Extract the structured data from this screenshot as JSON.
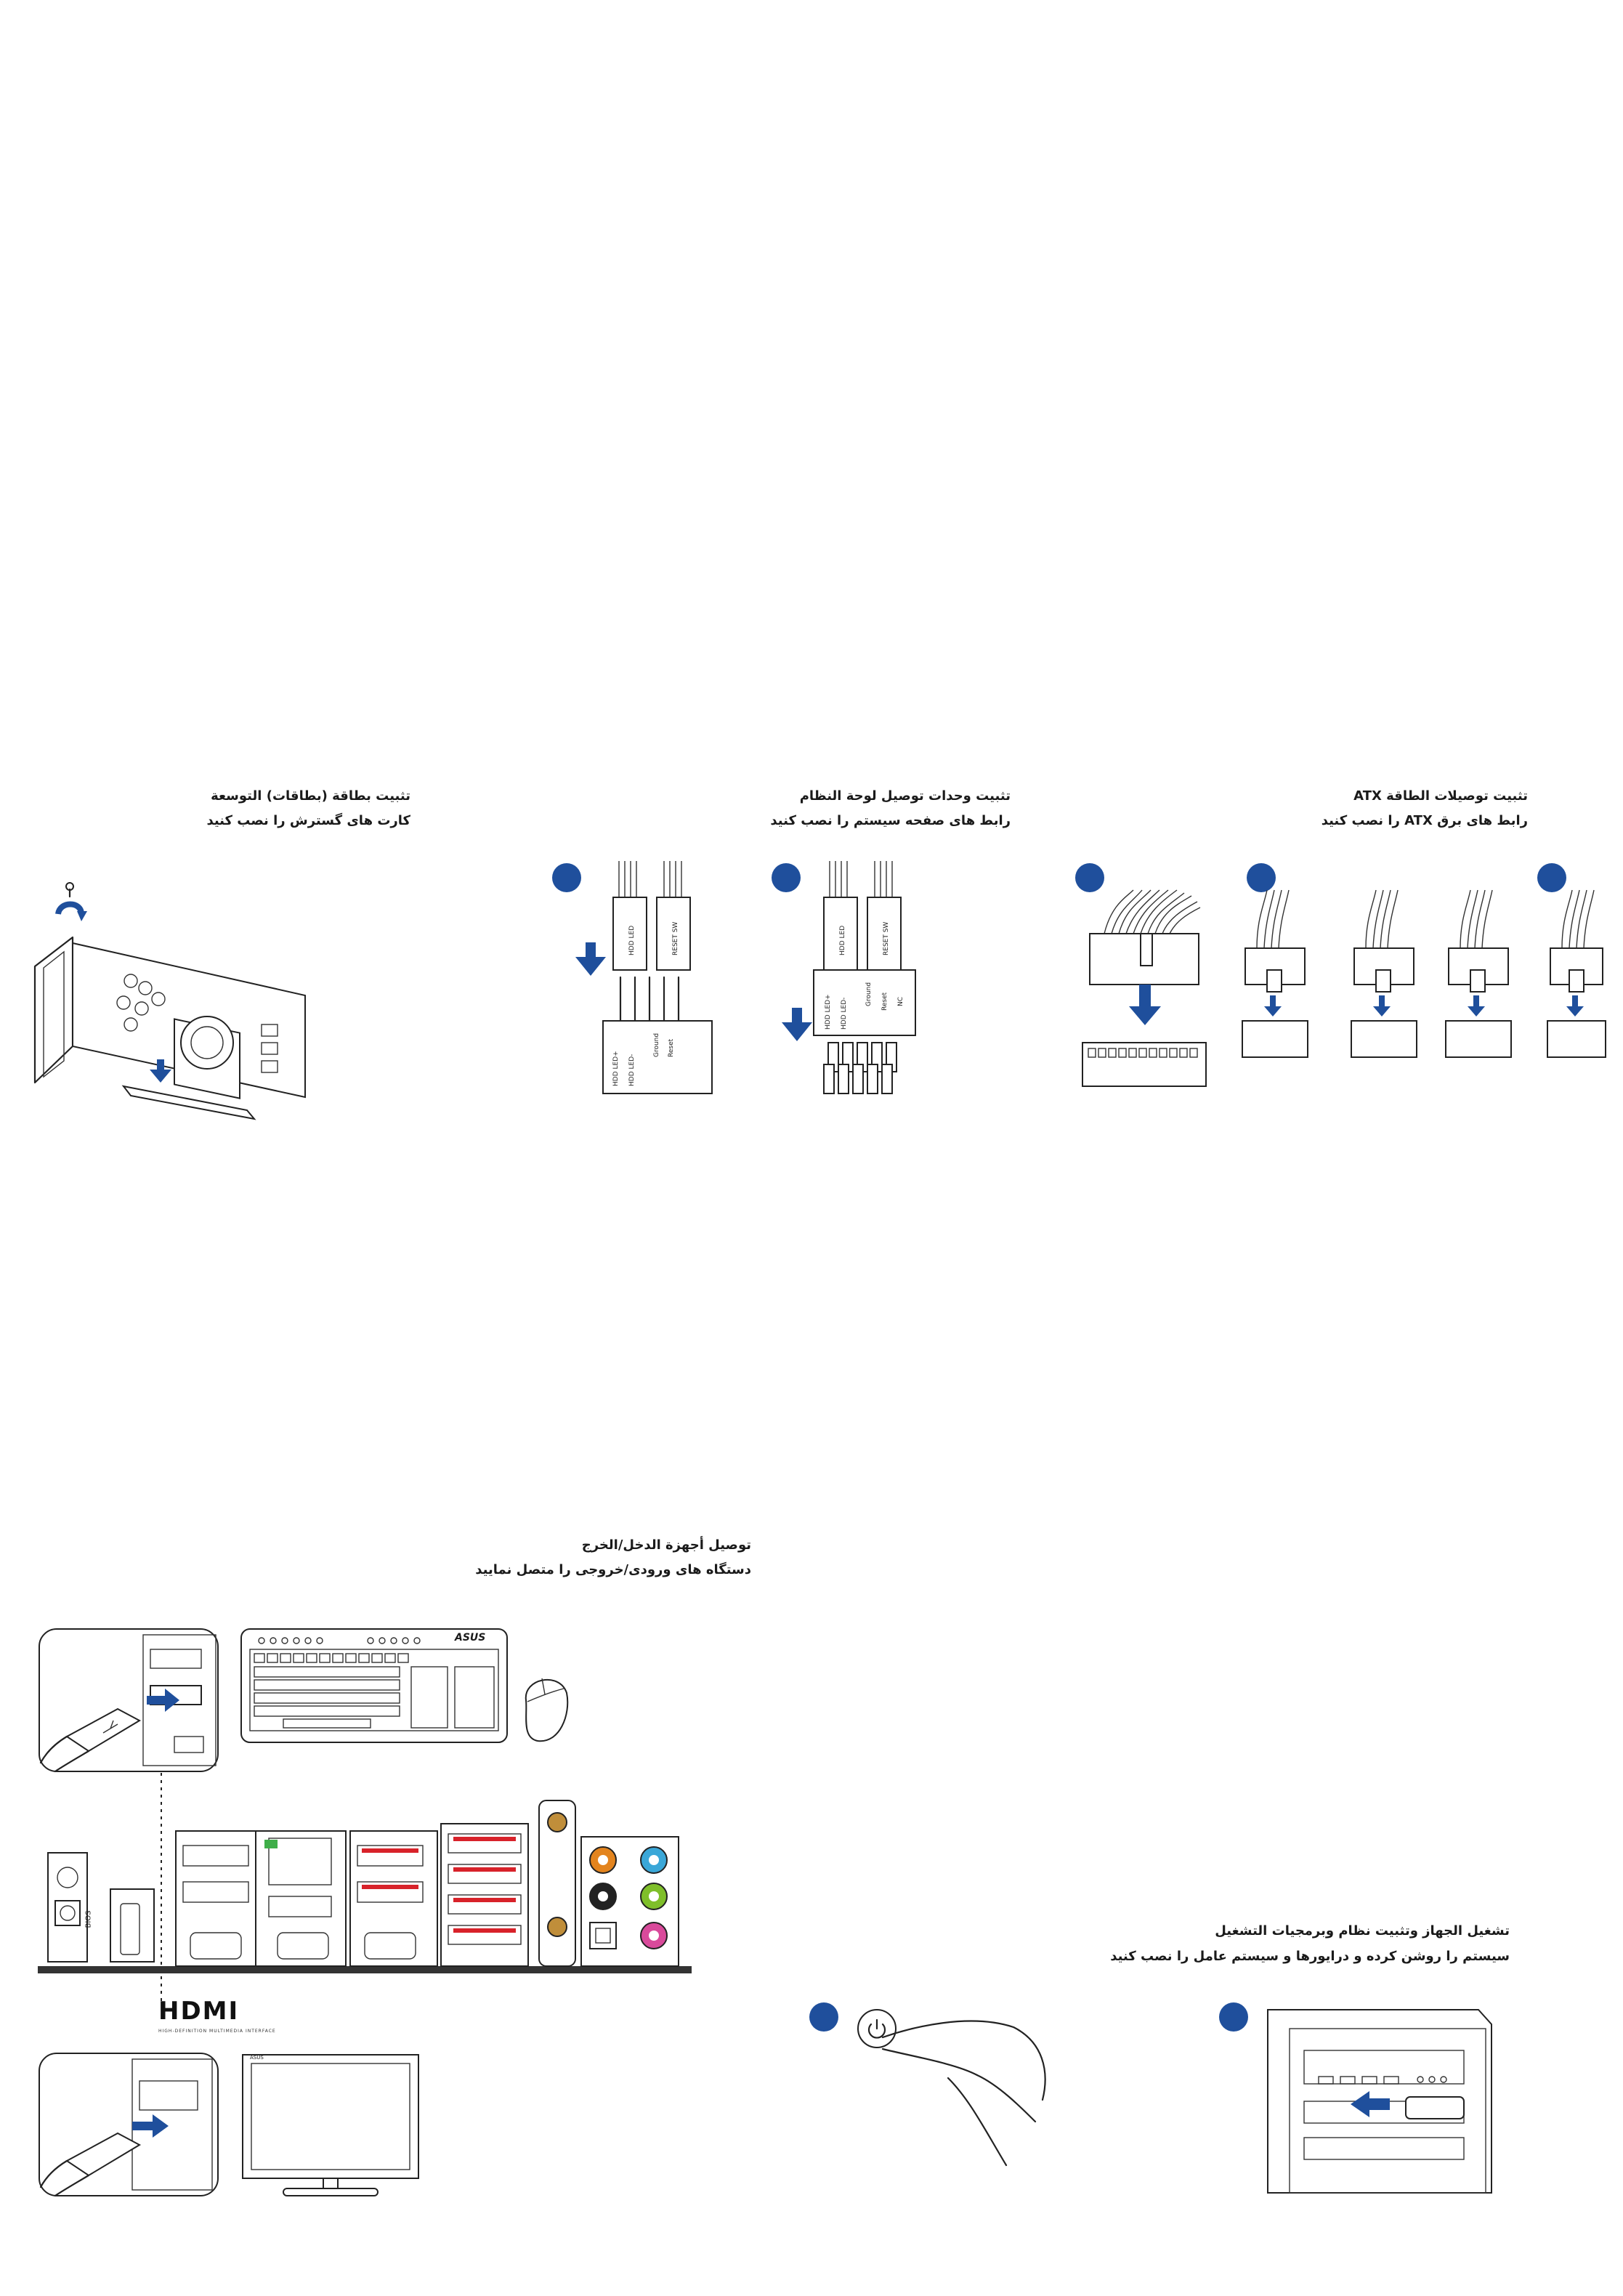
{
  "sections": {
    "expansion": {
      "title_ar": "تثبيت بطاقة (بطاقات) التوسعة",
      "title_fa": "کارت های گسترش را نصب کنید"
    },
    "front_panel": {
      "title_ar": "تثبيت وحدات توصيل لوحة النظام",
      "title_fa": "رابط های صفحه سیستم را نصب کنید",
      "left_header_top": [
        "HDD LED",
        "RESET SW"
      ],
      "left_header_bottom": [
        "HDD LED+",
        "HDD LED-",
        "Ground",
        "Reset"
      ],
      "right_header_top": [
        "HDD LED",
        "RESET SW"
      ],
      "right_header_bottom": [
        "HDD LED+",
        "HDD LED-",
        "Ground",
        "Reset",
        "NC"
      ]
    },
    "atx": {
      "title_ar": "تثبيت توصيلات الطاقة ATX",
      "title_fa": "رابط های برق ATX را نصب کنید"
    },
    "io": {
      "title_ar": "توصيل أجهزة الدخل/الخرج",
      "title_fa": "دستگاه های ورودی/خروجی را متصل نمایید",
      "keyboard_brand": "ASUS",
      "bios_label": "BIOS",
      "hdmi_logo": "HDMI",
      "hdmi_tagline": "HIGH-DEFINITION MULTIMEDIA INTERFACE",
      "monitor_brand": "ASUS"
    },
    "power_on": {
      "title_ar": "تشغيل الجهاز وتثبيت نظام وبرمجيات التشغيل",
      "title_fa": "سیستم را روشن کرده و درایورها و سیستم عامل را نصب کنید"
    }
  },
  "colors": {
    "accent": "#1f4f9c",
    "usb_red": "#d8222a",
    "audio_orange": "#e3841e",
    "audio_blue": "#3aa7d8",
    "audio_black": "#222222",
    "audio_green": "#7fbf2a",
    "audio_pink": "#d94a9b",
    "lan_led_green": "#3fae49",
    "baseplate": "#333333"
  },
  "icons": [
    "screw-icon",
    "rotate-arrow-icon",
    "down-arrow-icon",
    "power-icon",
    "usb-icon",
    "refresh-icon"
  ]
}
